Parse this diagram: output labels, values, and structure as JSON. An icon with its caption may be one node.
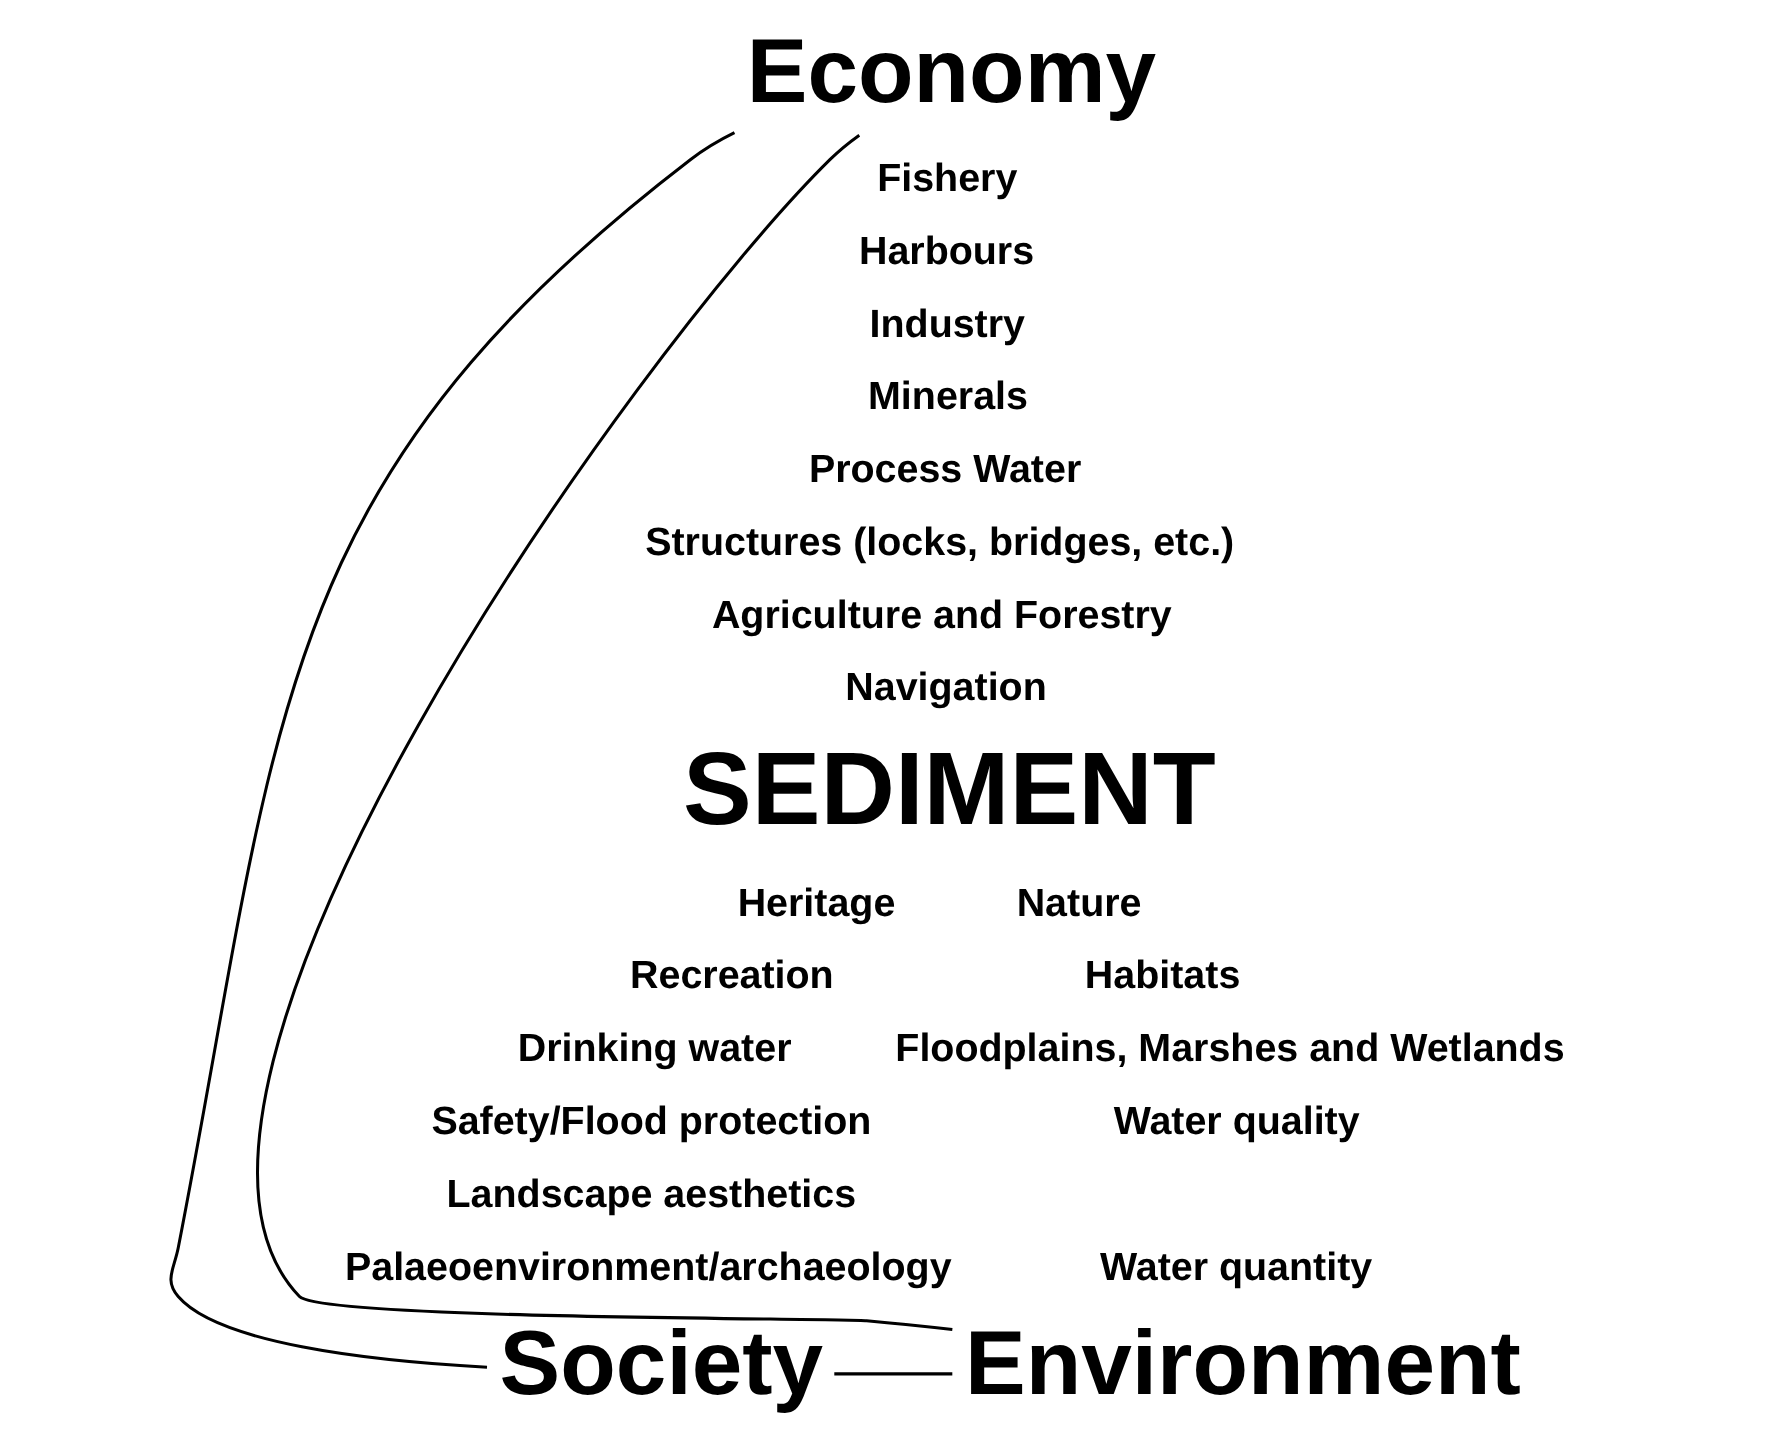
{
  "diagram": {
    "nodes": [
      {
        "text": [
          "Economy"
        ]
      },
      {
        "text": [
          "Society"
        ]
      },
      {
        "text": [
          "Environment"
        ]
      }
    ],
    "edges": [
      {
        "from": 0,
        "to": 1,
        "arrow": "none"
      },
      {
        "from": 0,
        "to": 2,
        "arrow": "none"
      },
      {
        "from": 1,
        "to": 2,
        "arrow": "none"
      }
    ],
    "labels": [
      "Fishery",
      "Harbours",
      "Industry",
      "Minerals",
      "Process Water",
      "Structures (locks, bridges, etc.)",
      "Agriculture and Forestry",
      "Navigation",
      "SEDIMENT",
      "Heritage",
      "Recreation",
      "Drinking water",
      "Safety/Flood protection",
      "Landscape aesthetics",
      "Palaeoenvironment/archaeology",
      "Nature",
      "Habitats",
      "Floodplains, Marshes and Wetlands",
      "Water quality",
      "Water quantity"
    ]
  }
}
